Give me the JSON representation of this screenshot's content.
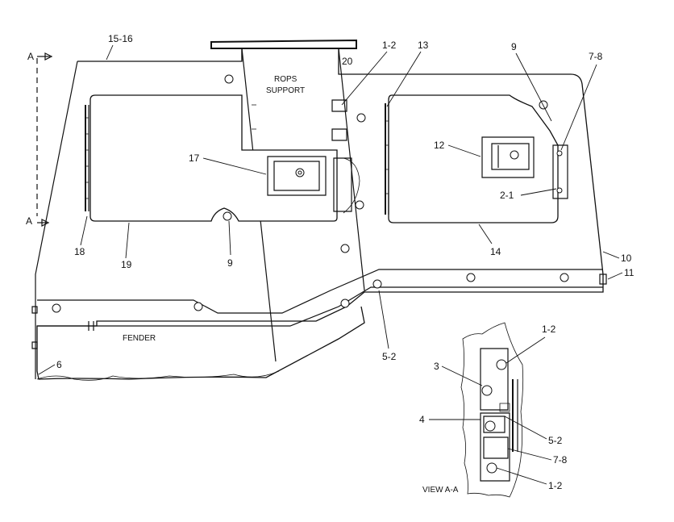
{
  "labels": {
    "section_arrow_top": "A",
    "section_arrow_bottom": "A",
    "part_15_16": "15-16",
    "part_1_2_top": "1-2",
    "part_13": "13",
    "part_9_top": "9",
    "part_7_8_top": "7-8",
    "part_20": "20",
    "rops_support_line1": "ROPS",
    "rops_support_line2": "SUPPORT",
    "part_17": "17",
    "part_12": "12",
    "part_2_1": "2-1",
    "part_18": "18",
    "part_19": "19",
    "part_9_bottom": "9",
    "part_14": "14",
    "part_10": "10",
    "part_11": "11",
    "fender": "FENDER",
    "part_6": "6",
    "part_5_2_main": "5-2",
    "view_part_1_2_top": "1-2",
    "view_part_3": "3",
    "view_part_4": "4",
    "view_part_5_2": "5-2",
    "view_part_7_8": "7-8",
    "view_part_1_2_bottom": "1-2",
    "view_title": "VIEW  A-A"
  }
}
